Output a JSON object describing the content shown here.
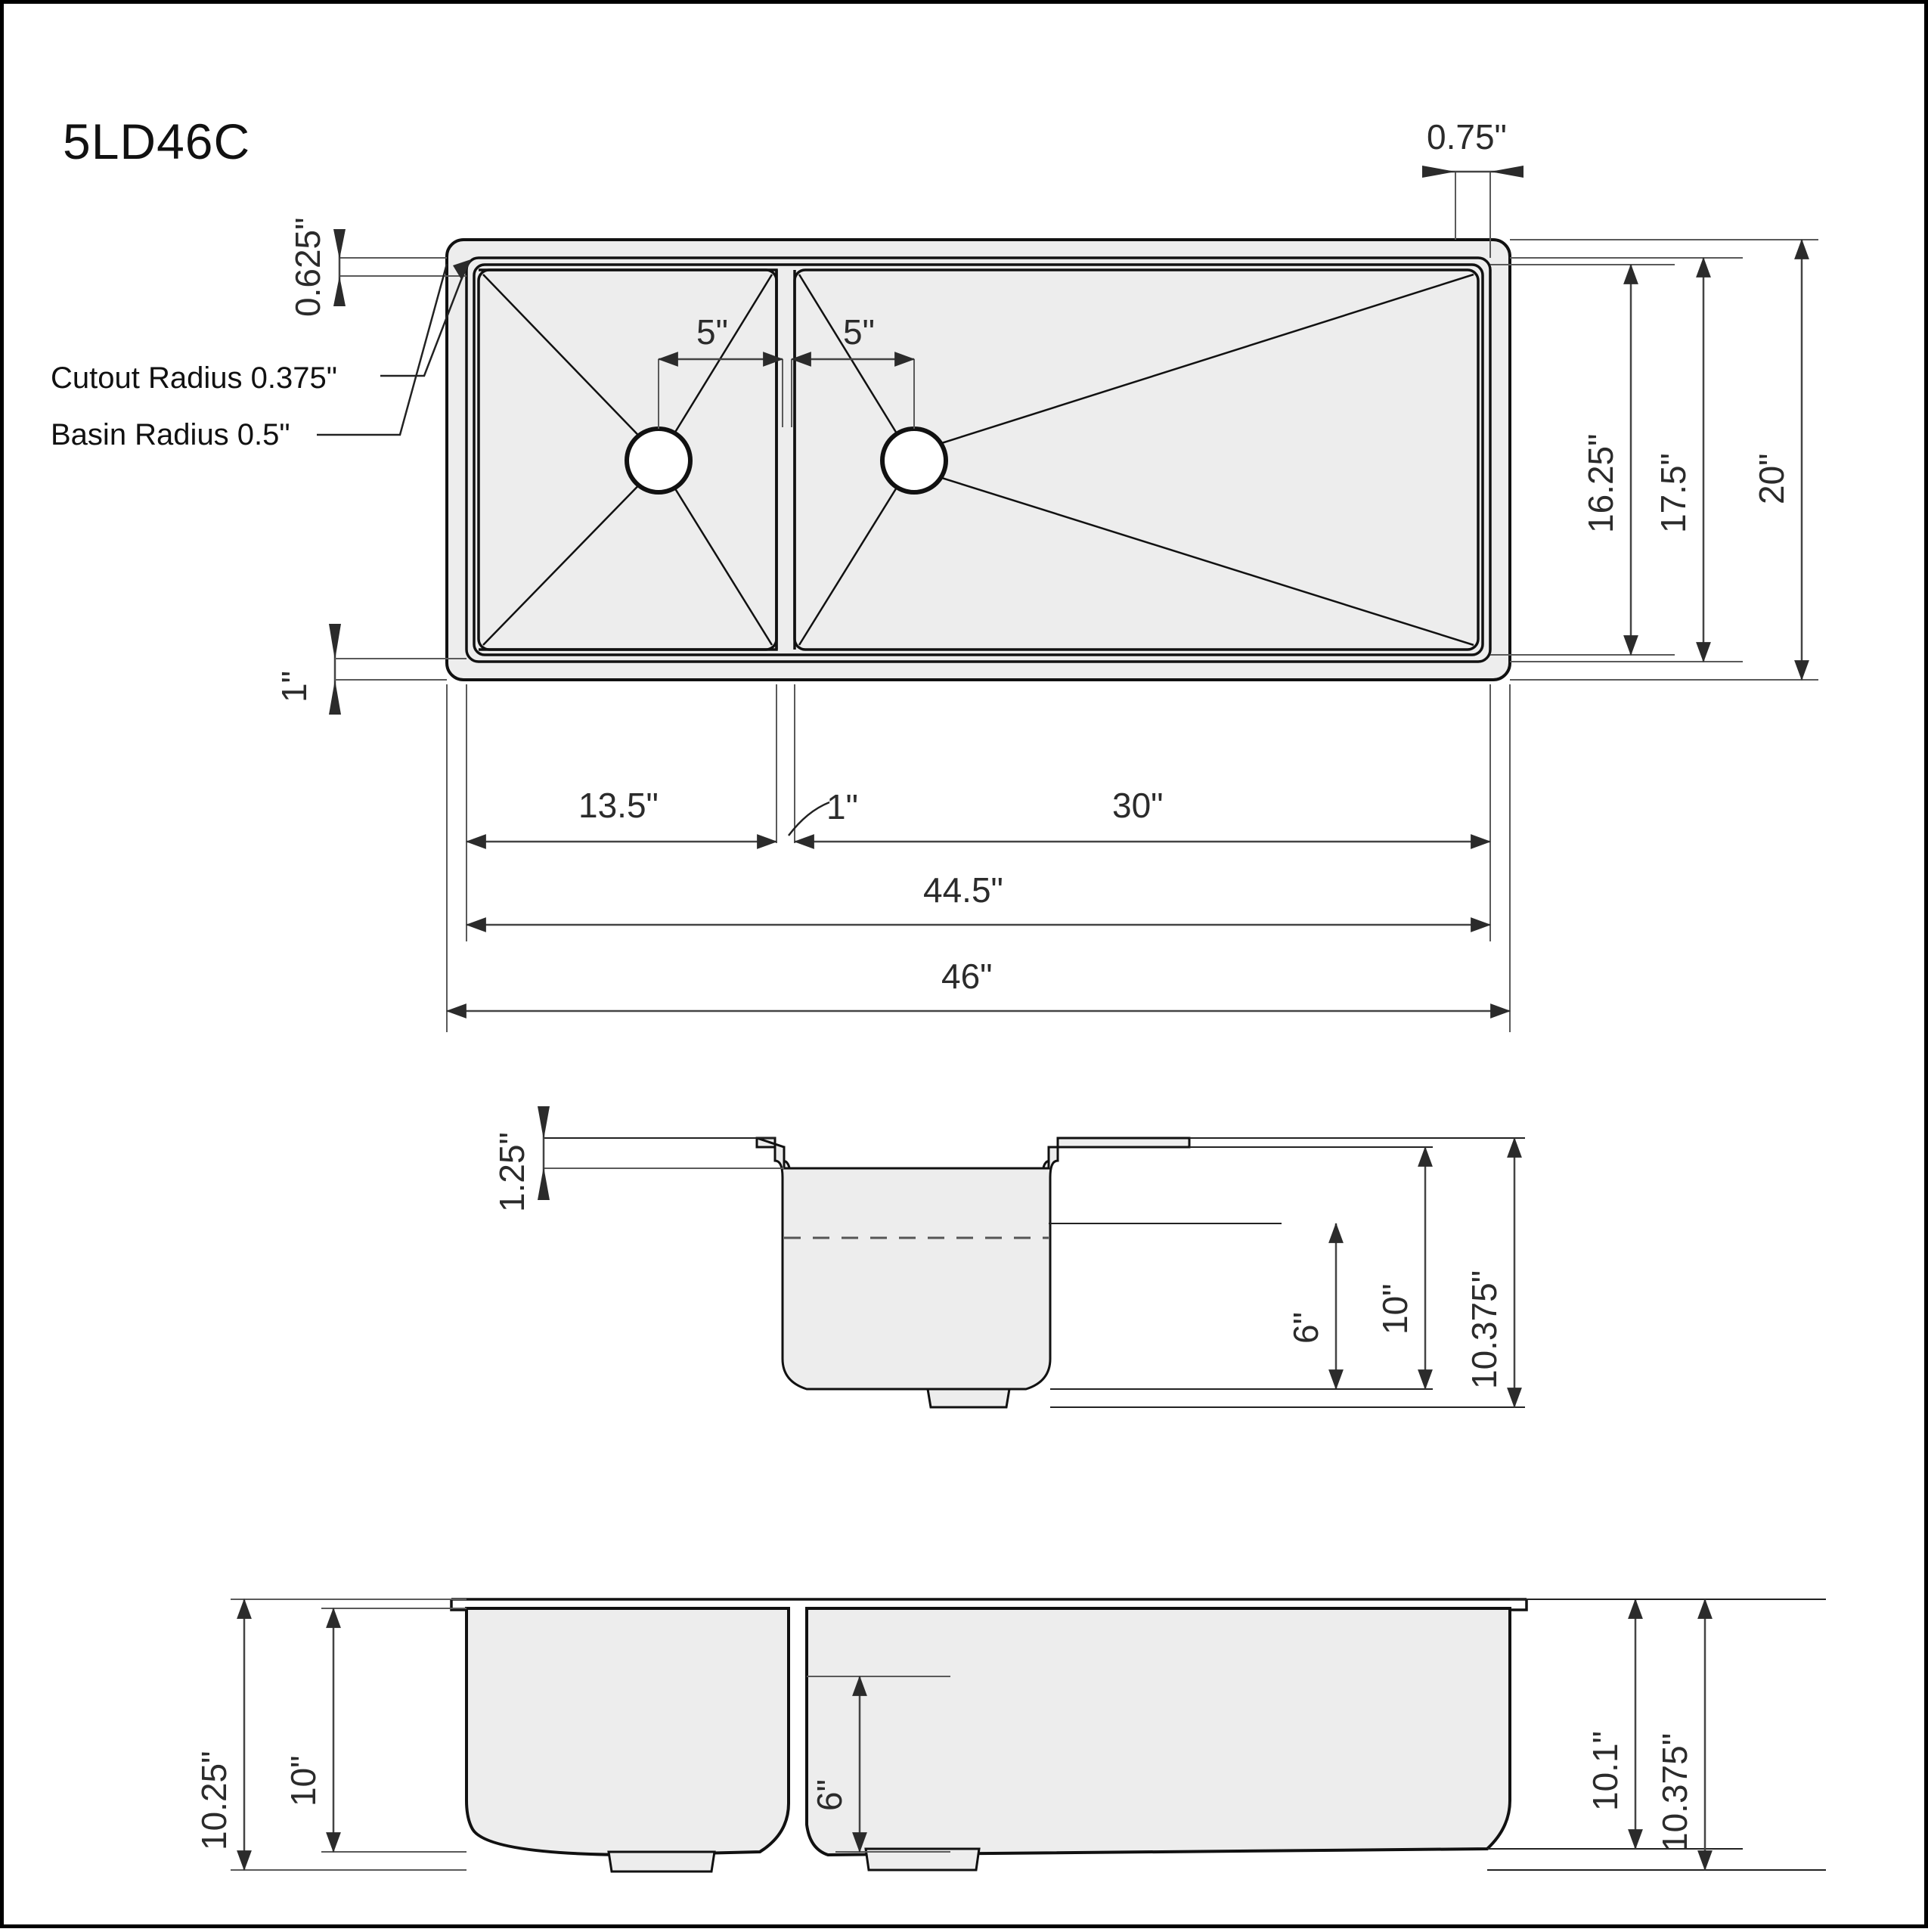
{
  "drawing": {
    "title": "5LD46C",
    "product_type": "double-bowl-undermount-sink-technical-drawing",
    "units": "inches"
  },
  "notes": {
    "cutout_radius": "Cutout Radius 0.375\"",
    "basin_radius": "Basin Radius 0.5\""
  },
  "top_view": {
    "dim_flange_left": "0.625\"",
    "dim_flange_top": "0.75\"",
    "dim_flange_bottom": "1\"",
    "dim_drain_left": "5\"",
    "dim_drain_right": "5\"",
    "dim_basin_depth_inner": "16.25\"",
    "dim_basin_depth_outer": "17.5\"",
    "dim_overall_depth": "20\"",
    "dim_small_basin_width": "13.5\"",
    "dim_divider_width": "1\"",
    "dim_large_basin_width": "30\"",
    "dim_inner_width": "44.5\"",
    "dim_overall_width": "46\""
  },
  "section_view": {
    "dim_flange_lip": "1.25\"",
    "dim_divider_height": "6\"",
    "dim_basin_depth": "10\"",
    "dim_overall_height": "10.375\""
  },
  "front_view": {
    "dim_left_outer": "10.25\"",
    "dim_left_inner": "10\"",
    "dim_divider_notch": "6\"",
    "dim_right_inner": "10.1\"",
    "dim_right_outer": "10.375\""
  },
  "colors": {
    "line": "#111111",
    "fill": "#ededed",
    "dim": "#2b2b2b",
    "background": "#ffffff"
  }
}
